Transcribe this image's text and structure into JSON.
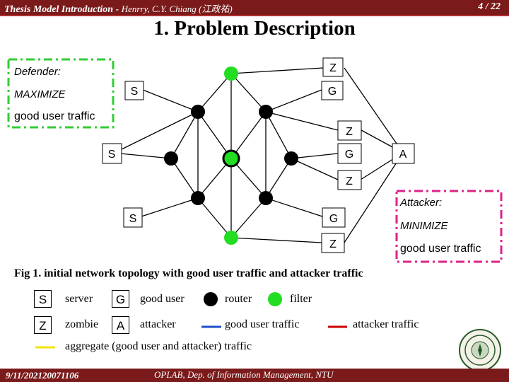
{
  "header": {
    "title": "Thesis Model Introduction - ",
    "author": "Henrry, C.Y. Chiang (江政祐)",
    "page": "4 / 22"
  },
  "slide_title": "1. Problem Description",
  "defender_box": {
    "line1": "Defender:",
    "line2": "MAXIMIZE",
    "line3": "good user traffic"
  },
  "attacker_box": {
    "line1": "Attacker:",
    "line2": "MINIMIZE",
    "line3": "good user traffic"
  },
  "node_labels": {
    "z1": "Z",
    "s1": "S",
    "g1": "G",
    "z2": "Z",
    "s2": "S",
    "g2": "G",
    "a": "A",
    "z3": "Z",
    "s3": "S",
    "g3": "G",
    "z4": "Z"
  },
  "caption": "Fig 1. initial network topology with good user traffic and attacker traffic",
  "legend": {
    "server_symbol": "S",
    "server_label": "server",
    "gooduser_symbol": "G",
    "gooduser_label": "good user",
    "router_label": "router",
    "filter_label": "filter",
    "zombie_symbol": "Z",
    "zombie_label": "zombie",
    "attacker_symbol": "A",
    "attacker_label": "attacker",
    "good_traffic_label": "good user traffic",
    "attacker_traffic_label": "attacker traffic",
    "aggregate_label": "aggregate (good user and attacker) traffic"
  },
  "colors": {
    "router": "#000000",
    "filter": "#22dd22",
    "good_traffic": "#1f4fcc",
    "attacker_traffic": "#cc0000",
    "aggregate": "#f2e600",
    "box_dash": "#33cc33",
    "attacker_dash": "#dd2288",
    "bar": "#7a1a1a"
  },
  "footer": {
    "date": "9/11/2021",
    "code": "20071106",
    "lab": "OPLAB, Dep. of Information Management, NTU"
  }
}
